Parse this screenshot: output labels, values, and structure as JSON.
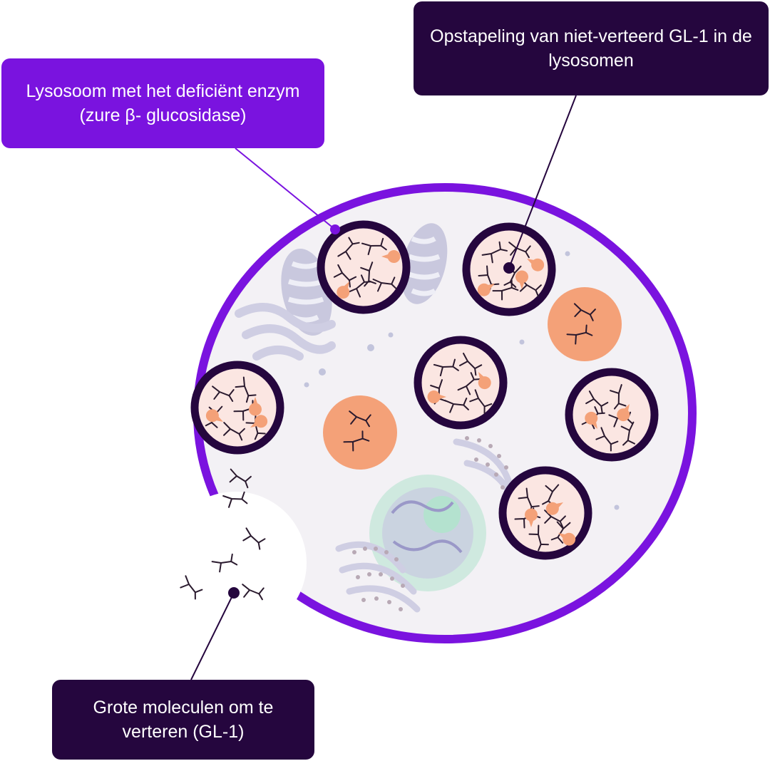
{
  "labels": {
    "deficient_lysosome": "Lysosoom met het deficiënt enzym (zure β- glucosidase)",
    "gl1_accumulation": "Opstapeling van niet-verteerd GL-1 in de lysosomen",
    "large_molecules": "Grote moleculen om te verteren (GL-1)"
  },
  "colors": {
    "accent_purple": "#7a13df",
    "dark_purple": "#25063e",
    "cell_fill": "#f3f1f5",
    "lysosome_fill": "#fbe6e2",
    "enzyme_orange": "#f4a178"
  },
  "icons": [
    "cell-membrane",
    "defective-lysosome-icon",
    "normal-lysosome-icon",
    "gl1-molecule-icon",
    "enzyme-icon",
    "nucleus-icon",
    "mitochondrion-icon",
    "golgi-apparatus-icon"
  ]
}
